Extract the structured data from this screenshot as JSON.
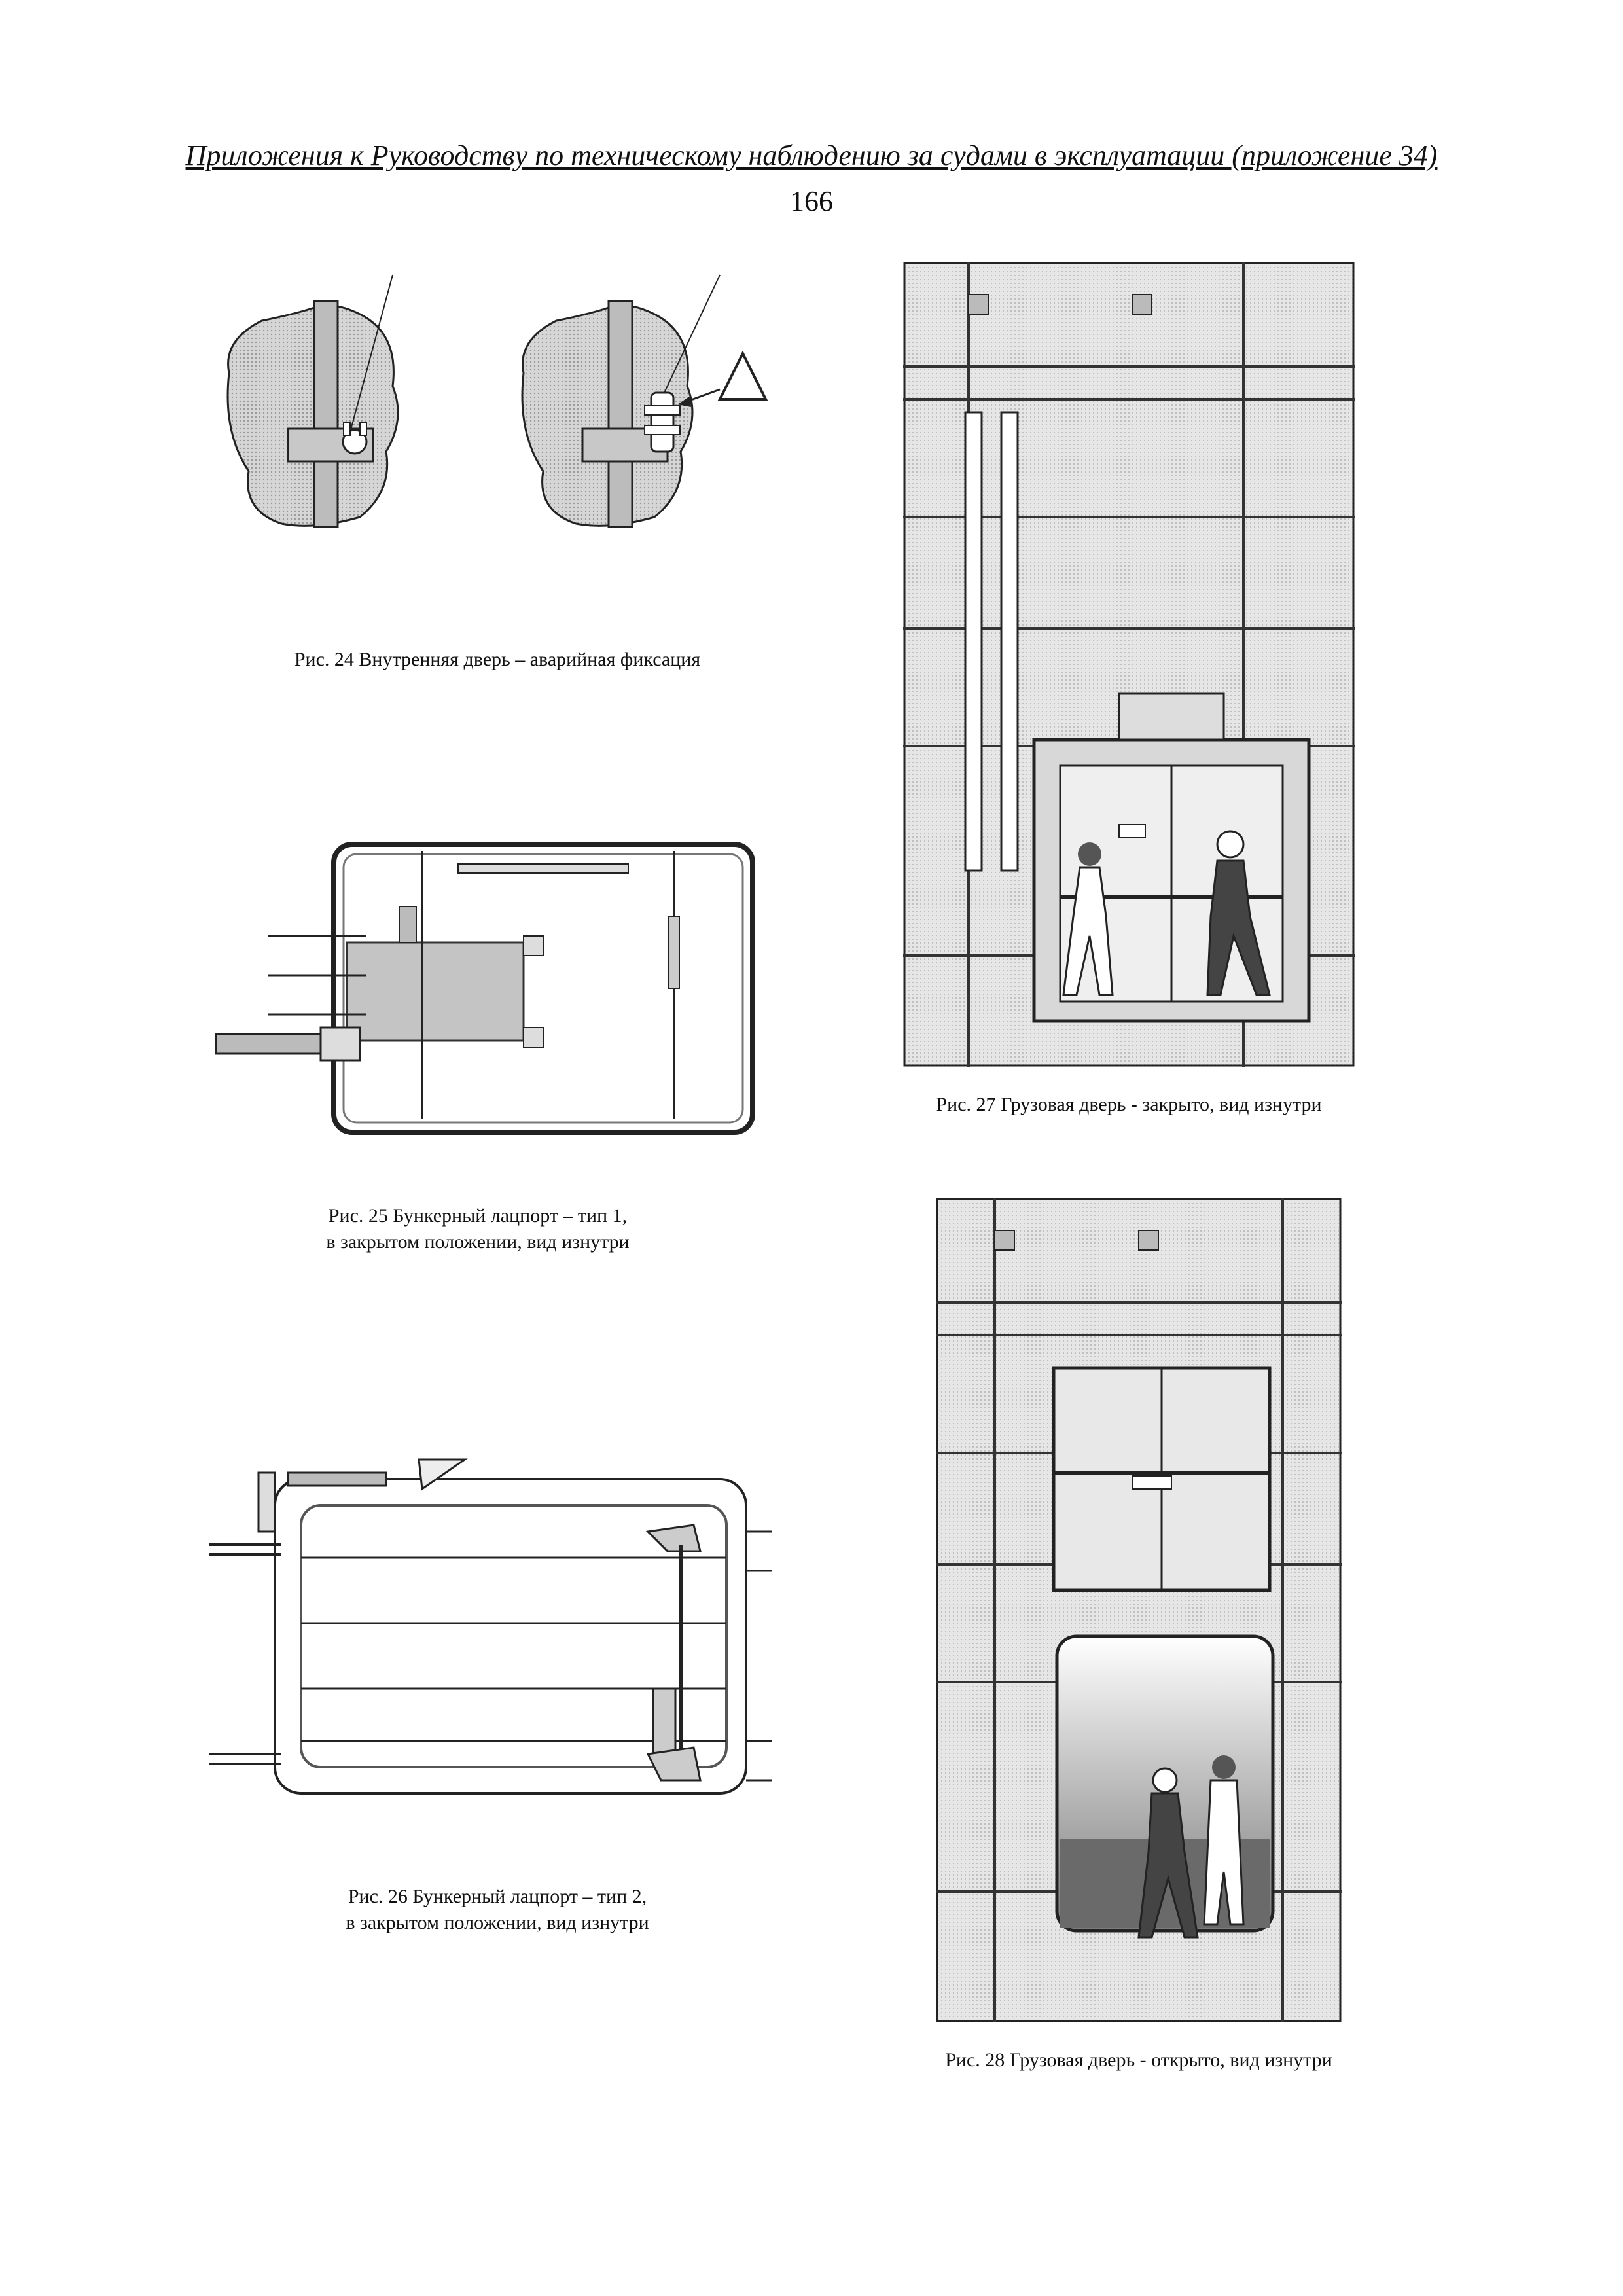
{
  "header": {
    "running_title": "Приложения к Руководству по техническому наблюдению за судами в эксплуатации (приложение 34)",
    "page_number": "166"
  },
  "figures": [
    {
      "caption": "Рис. 24 Внутренняя дверь – аварийная фиксация"
    },
    {
      "caption_line1": "Рис. 25 Бункерный лацпорт – тип 1,",
      "caption_line2": "в закрытом положении, вид изнутри"
    },
    {
      "caption_line1": "Рис. 26 Бункерный лацпорт – тип 2,",
      "caption_line2": "в закрытом положении, вид изнутри"
    },
    {
      "caption": "Рис. 27 Грузовая дверь - закрыто, вид изнутри"
    },
    {
      "caption": "Рис. 28 Грузовая дверь - открыто, вид изнутри"
    }
  ],
  "colors": {
    "hatch": "#b9b9b9",
    "panel": "#cfcfcf",
    "line": "#222222"
  }
}
